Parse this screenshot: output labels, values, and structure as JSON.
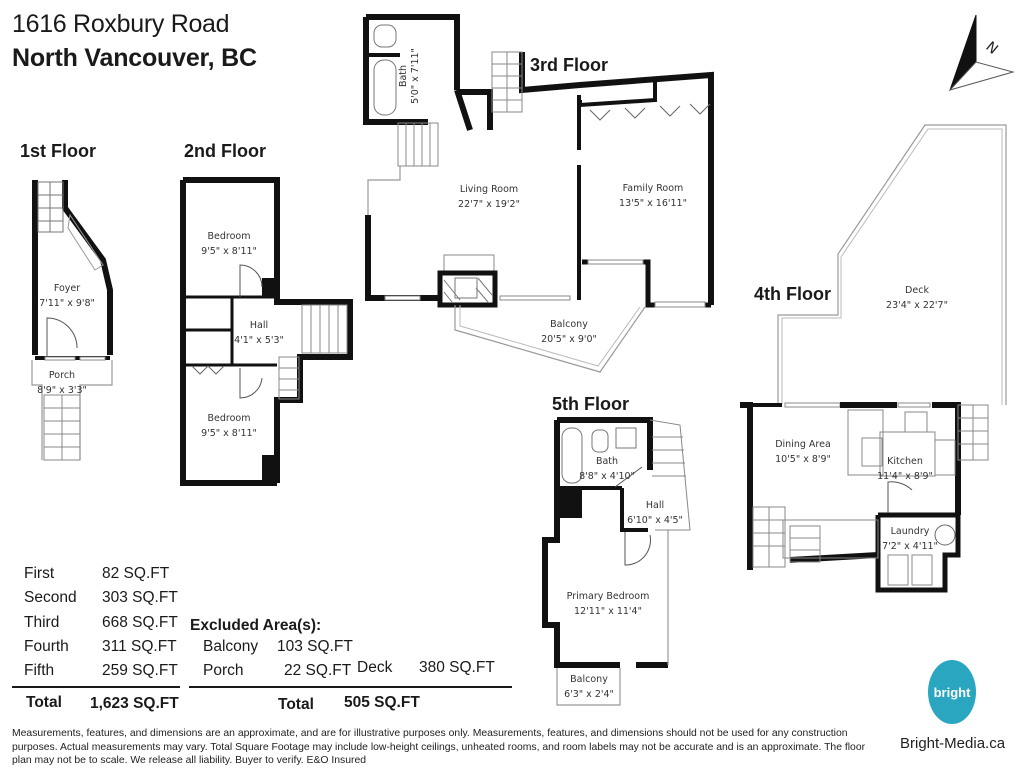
{
  "header": {
    "address_line1": "1616 Roxbury Road",
    "address_line2": "North Vancouver, BC"
  },
  "compass": {
    "label": "N",
    "icon": "north-arrow-icon"
  },
  "floors": {
    "first": {
      "title": "1st Floor",
      "rooms": [
        {
          "name": "Foyer",
          "dims": "7'11\" x 9'8\""
        },
        {
          "name": "Porch",
          "dims": "8'9\" x 3'3\""
        }
      ]
    },
    "second": {
      "title": "2nd Floor",
      "rooms": [
        {
          "name": "Bedroom",
          "dims": "9'5\" x 8'11\""
        },
        {
          "name": "Hall",
          "dims": "4'1\" x 5'3\""
        },
        {
          "name": "Bedroom",
          "dims": "9'5\" x 8'11\""
        }
      ]
    },
    "third": {
      "title": "3rd Floor",
      "rooms": [
        {
          "name": "Bath",
          "dims": "5'0\" x 7'11\""
        },
        {
          "name": "Living Room",
          "dims": "22'7\" x 19'2\""
        },
        {
          "name": "Family Room",
          "dims": "13'5\" x 16'11\""
        },
        {
          "name": "Balcony",
          "dims": "20'5\" x 9'0\""
        }
      ]
    },
    "fourth": {
      "title": "4th Floor",
      "rooms": [
        {
          "name": "Deck",
          "dims": "23'4\" x 22'7\""
        },
        {
          "name": "Dining Area",
          "dims": "10'5\" x 8'9\""
        },
        {
          "name": "Kitchen",
          "dims": "11'4\" x 8'9\""
        },
        {
          "name": "Laundry",
          "dims": "7'2\" x 4'11\""
        }
      ]
    },
    "fifth": {
      "title": "5th Floor",
      "rooms": [
        {
          "name": "Bath",
          "dims": "8'8\" x 4'10\""
        },
        {
          "name": "Hall",
          "dims": "6'10\" x 4'5\""
        },
        {
          "name": "Primary Bedroom",
          "dims": "12'11\" x 11'4\""
        },
        {
          "name": "Balcony",
          "dims": "6'3\" x 2'4\""
        }
      ]
    }
  },
  "areas": {
    "rows": [
      {
        "label": "First",
        "value": "82 SQ.FT"
      },
      {
        "label": "Second",
        "value": "303 SQ.FT"
      },
      {
        "label": "Third",
        "value": "668 SQ.FT"
      },
      {
        "label": "Fourth",
        "value": "311 SQ.FT"
      },
      {
        "label": "Fifth",
        "value": "259 SQ.FT"
      }
    ],
    "total_label": "Total",
    "total_value": "1,623 SQ.FT"
  },
  "excluded": {
    "title": "Excluded Area(s):",
    "rows": [
      {
        "label": "Balcony",
        "value": "103 SQ.FT"
      },
      {
        "label": "Porch",
        "value": "22 SQ.FT"
      },
      {
        "label": "Deck",
        "value": "380 SQ.FT"
      }
    ],
    "total_label": "Total",
    "total_value": "505 SQ.FT"
  },
  "disclaimer": "Measurements, features, and dimensions are an approximate, and are for illustrative purposes only. Measurements, features, and dimensions should not be used for any construction purposes. Actual measurements may vary. Total Square Footage may include low-height ceilings, unheated rooms, and room labels may not be accurate and is an approximate. The floor plan may not be to scale. We release all liability. Buyer to verify. E&O Insured",
  "branding": {
    "logo_text": "bright",
    "website": "Bright-Media.ca",
    "color": "#2aa6c1"
  }
}
